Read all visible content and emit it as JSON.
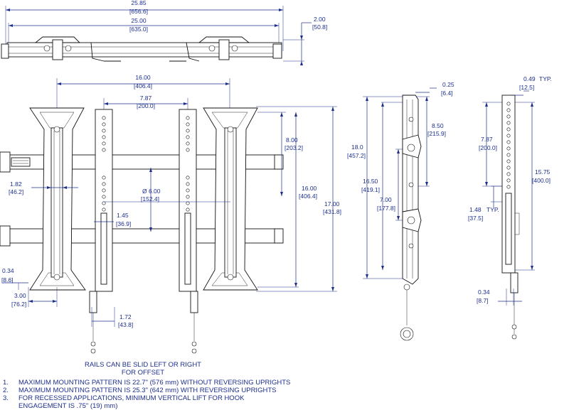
{
  "dims": {
    "overall_w": "25.85",
    "overall_w_mm": "[656.6]",
    "rail_w": "25.00",
    "rail_w_mm": "[635.0]",
    "depth": "2.00",
    "depth_mm": "[50.8]",
    "pattern16": "16.00",
    "pattern16_mm": "[406.4]",
    "upright_gap": "7.87",
    "upright_gap_mm": "[200.0]",
    "d800": "8.00",
    "d800_mm": "[203.2]",
    "v1600": "16.00",
    "v1600_mm": "[406.4]",
    "v1700": "17.00",
    "v1700_mm": "[431.8]",
    "d182": "1.82",
    "d182_mm": "[46.2]",
    "dia600": "Ø 6.00",
    "dia600_mm": "[152.4]",
    "d145": "1.45",
    "d145_mm": "[36.9]",
    "d034a": "0.34",
    "d034a_mm": "[8.6]",
    "d300": "3.00",
    "d300_mm": "[76.2]",
    "d172": "1.72",
    "d172_mm": "[43.8]",
    "side180": "18.0",
    "side180_mm": "[457.2]",
    "side025": "0.25",
    "side025_mm": "[6.4]",
    "side850": "8.50",
    "side850_mm": "[215.9]",
    "side1650": "16.50",
    "side1650_mm": "[419.1]",
    "side700": "7.00",
    "side700_mm": "[177.8]",
    "r049": "0.49",
    "r049_mm": "[12.5]",
    "typ": "TYP.",
    "r787": "7.87",
    "r787_mm": "[200.0]",
    "r1575": "15.75",
    "r1575_mm": "[400.0]",
    "r148": "1.48",
    "r148_mm": "[37.5]",
    "r034": "0.34",
    "r034_mm": "[8.7]"
  },
  "caption": {
    "line1": "RAILS CAN BE SLID LEFT OR RIGHT",
    "line2": "FOR OFFSET"
  },
  "notes": [
    {
      "num": "1.",
      "text": "MAXIMUM MOUNTING PATTERN IS 22.7\" (576 mm) WITHOUT REVERSING UPRIGHTS"
    },
    {
      "num": "2.",
      "text": "MAXIMUM MOUNTING PATTERN IS 25.3\" (642 mm) WITH REVERSING UPRIGHTS"
    },
    {
      "num": "3.",
      "text": "FOR RECESSED APPLICATIONS, MINIMUM VERTICAL LIFT FOR HOOK"
    },
    {
      "num": "",
      "text": "ENGAGEMENT IS .75\" (19) mm)"
    }
  ]
}
